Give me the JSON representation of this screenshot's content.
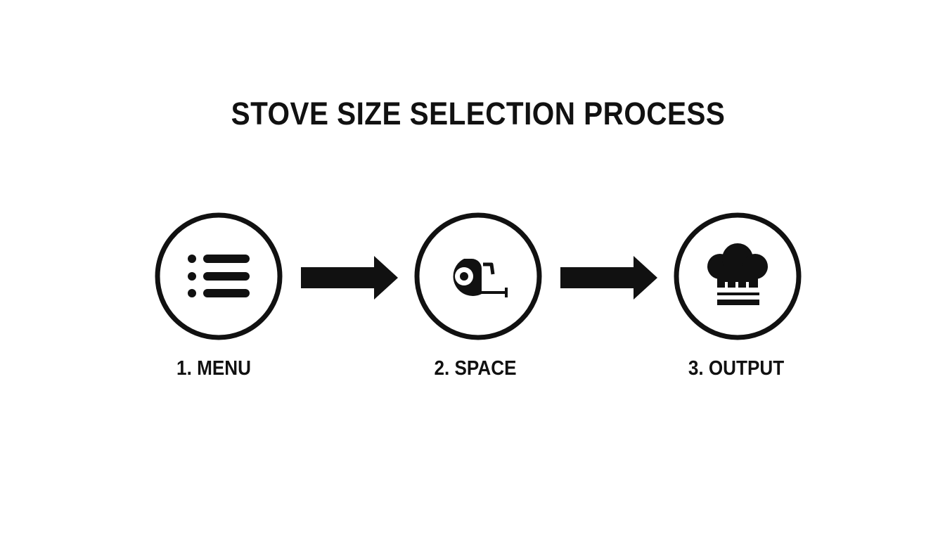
{
  "title": "STOVE SIZE SELECTION PROCESS",
  "steps": [
    {
      "label": "1. MENU",
      "icon": "menu-list-icon"
    },
    {
      "label": "2. SPACE",
      "icon": "tape-measure-icon"
    },
    {
      "label": "3. OUTPUT",
      "icon": "chef-hat-icon"
    }
  ],
  "colors": {
    "ink": "#111111",
    "background": "#ffffff"
  }
}
